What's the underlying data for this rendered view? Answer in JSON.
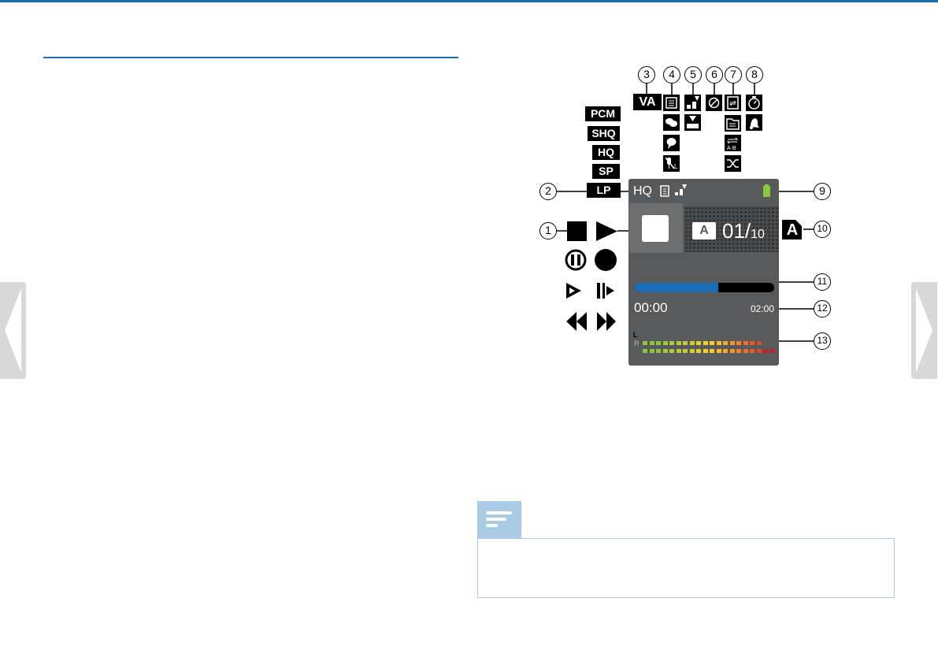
{
  "display": {
    "quality": "HQ",
    "folder_letter": "A",
    "file_counter": "01",
    "file_total": "10",
    "time_elapsed": "00:00",
    "time_total": "02:00",
    "progress_fraction": 0.6,
    "meter_left_label": "L",
    "meter_right_label": "R"
  },
  "quality_badges": [
    "PCM",
    "SHQ",
    "HQ",
    "SP",
    "LP"
  ],
  "va_badge": "VA",
  "memory_card_letter": "A",
  "callouts": [
    "1",
    "2",
    "3",
    "4",
    "5",
    "6",
    "7",
    "8",
    "9",
    "10",
    "11",
    "12",
    "13"
  ],
  "icons": {
    "col4": [
      "ambience-icon",
      "conversation-icon",
      "speech-icon",
      "mic-sensitivity-low-icon"
    ],
    "col5": [
      "mic-sensitivity-icon",
      "mic-zoom-icon"
    ],
    "col6": [
      "noise-cancel-icon"
    ],
    "col7": [
      "repeat-file-icon",
      "repeat-folder-icon",
      "repeat-ab-icon",
      "shuffle-icon"
    ],
    "col8": [
      "timer-icon",
      "alarm-icon"
    ],
    "status": [
      "stop-icon",
      "play-icon",
      "pause-icon",
      "record-icon",
      "slow-play-icon",
      "fast-play-icon",
      "rewind-icon",
      "fast-forward-icon"
    ]
  },
  "colors": {
    "accent": "#1b68b3",
    "screen_bg": "#58595b",
    "progress": "#1b6db8",
    "battery": "#8dc63f",
    "note": "#a9cbe6"
  }
}
